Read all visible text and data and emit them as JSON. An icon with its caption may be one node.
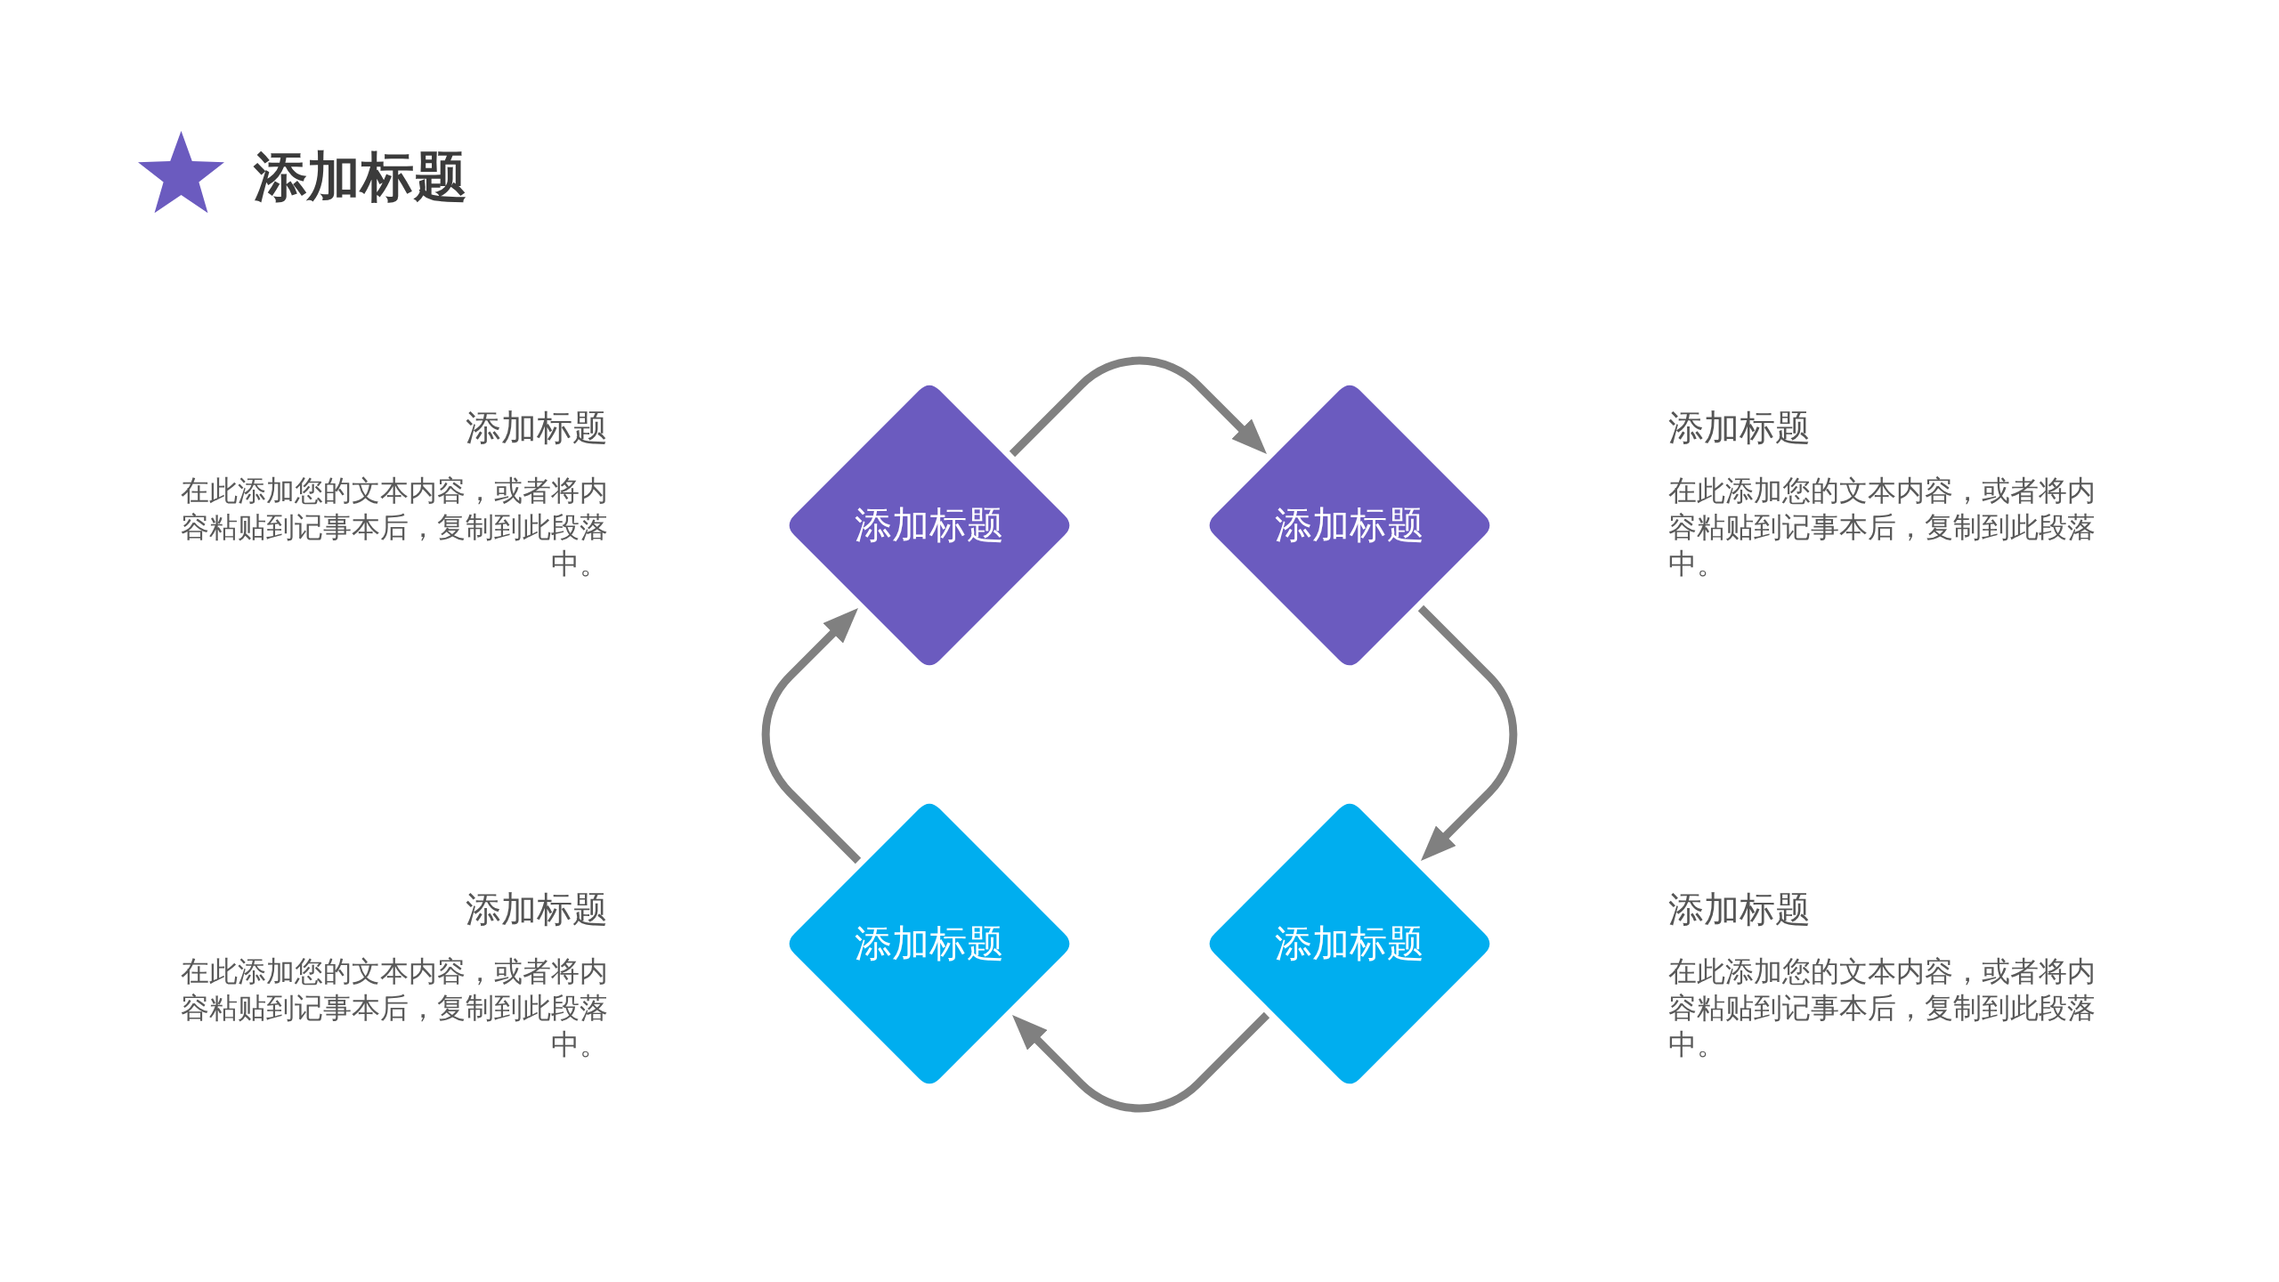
{
  "diagram": {
    "title": "添加标题",
    "nodes": [
      {
        "text": [
          "添加标题"
        ],
        "beside": [
          "添加标题",
          "在此添加您的文本内容，或者将内容粘贴到记事本后，复制到此段落中。"
        ]
      },
      {
        "text": [
          "添加标题"
        ],
        "beside": [
          "添加标题",
          "在此添加您的文本内容，或者将内容粘贴到记事本后，复制到此段落中。"
        ]
      },
      {
        "text": [
          "添加标题"
        ],
        "beside": [
          "添加标题",
          "在此添加您的文本内容，或者将内容粘贴到记事本后，复制到此段落中。"
        ]
      },
      {
        "text": [
          "添加标题"
        ],
        "beside": [
          "添加标题",
          "在此添加您的文本内容，或者将内容粘贴到记事本后，复制到此段落中。"
        ]
      }
    ],
    "edges": [
      {
        "from": 0,
        "to": 1,
        "arrow": "to"
      },
      {
        "from": 1,
        "to": 3,
        "arrow": "to"
      },
      {
        "from": 3,
        "to": 2,
        "arrow": "to"
      },
      {
        "from": 2,
        "to": 0,
        "arrow": "to"
      }
    ]
  }
}
